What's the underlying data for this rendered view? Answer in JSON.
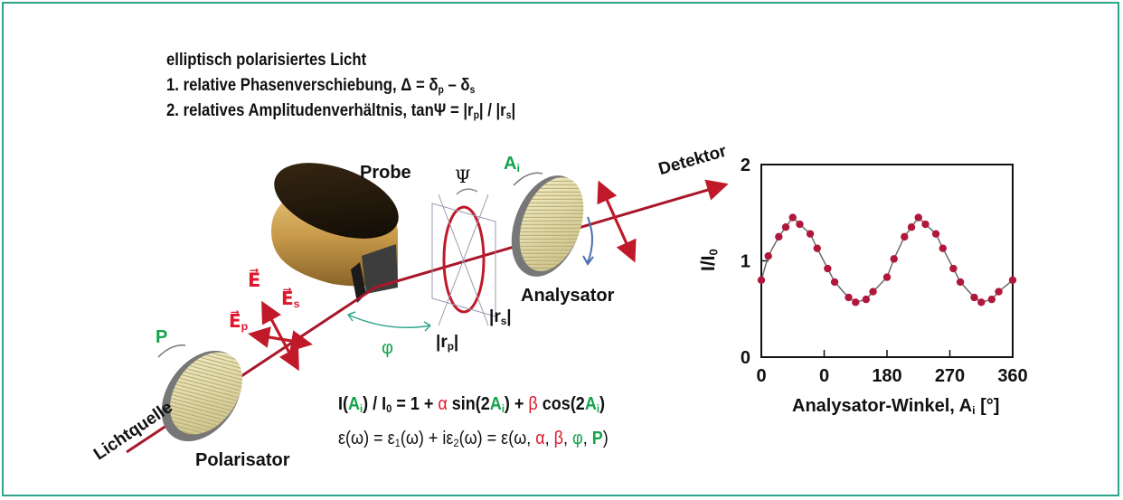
{
  "header": {
    "line1": "elliptisch polarisiertes Licht",
    "line2_prefix": "1. relative Phasenverschiebung, ",
    "line2_formula": "Δ = δp – δs",
    "line3_prefix": "2. relatives Amplitudenverhältnis, ",
    "line3_formula": "tanΨ = |rp| / |rs|"
  },
  "labels": {
    "probe": "Probe",
    "detektor": "Detektor",
    "analysator": "Analysator",
    "polarisator": "Polarisator",
    "lichtquelle": "Lichtquelle",
    "psi": "Ψ",
    "phi": "φ",
    "ai": "Ai",
    "p": "P",
    "e": "E",
    "ep": "Ep",
    "es": "Es",
    "rp": "|rp|",
    "rs": "|rs|"
  },
  "equations": {
    "intensity": "I(Ai) / I0 = 1 + α sin(2Ai) + β cos(2Ai)",
    "dielectric": "ε(ω) = ε1(ω) + iε2(ω) = ε(ω, α, β, φ, P)"
  },
  "colors": {
    "border": "#2ea58a",
    "red": "#e0162b",
    "green": "#13a34a",
    "dots": "#b0173a"
  },
  "chart_data": {
    "type": "scatter",
    "xlabel": "Analysator-Winkel, Ai [°]",
    "ylabel": "I/I0",
    "x_ticks": [
      "0",
      "0",
      "180",
      "270",
      "360"
    ],
    "y_ticks": [
      "0",
      "1",
      "2"
    ],
    "ylim": [
      0,
      2
    ],
    "xlim": [
      0,
      360
    ],
    "x": [
      0,
      10,
      25,
      35,
      45,
      55,
      70,
      80,
      95,
      105,
      125,
      135,
      150,
      160,
      180,
      190,
      205,
      215,
      225,
      235,
      250,
      260,
      275,
      285,
      305,
      315,
      330,
      340,
      360
    ],
    "y": [
      0.8,
      1.05,
      1.25,
      1.35,
      1.45,
      1.38,
      1.28,
      1.13,
      0.92,
      0.78,
      0.62,
      0.57,
      0.6,
      0.68,
      0.83,
      1.02,
      1.25,
      1.35,
      1.45,
      1.38,
      1.28,
      1.13,
      0.92,
      0.78,
      0.62,
      0.57,
      0.6,
      0.68,
      0.8
    ]
  }
}
